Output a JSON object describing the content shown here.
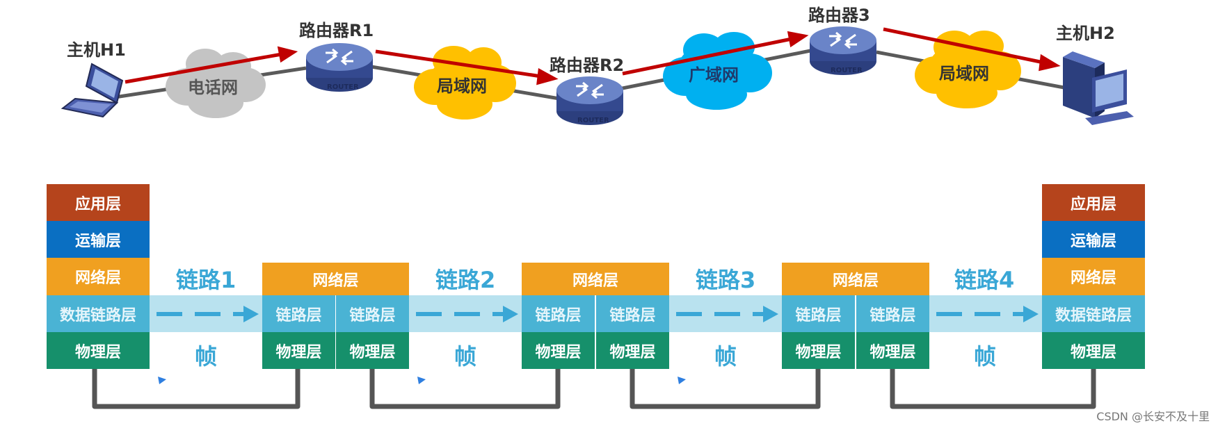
{
  "network": {
    "hosts": [
      {
        "label": "主机H1",
        "icon": "laptop-icon"
      },
      {
        "label": "主机H2",
        "icon": "desktop-computer-icon"
      }
    ],
    "routers": [
      {
        "label": "路由器R1",
        "badge": "ROUTER"
      },
      {
        "label": "路由器R2",
        "badge": "ROUTER"
      },
      {
        "label": "路由器3",
        "badge": "ROUTER"
      }
    ],
    "clouds": [
      {
        "label": "电话网",
        "color": "#c4c4c4"
      },
      {
        "label": "局域网",
        "color": "#ffc000"
      },
      {
        "label": "广域网",
        "color": "#00b0f0"
      },
      {
        "label": "局域网",
        "color": "#ffc000"
      }
    ],
    "path_color": "#c00000"
  },
  "stacks": {
    "end_host_layers": [
      "应用层",
      "运输层",
      "网络层",
      "数据链路层",
      "物理层"
    ],
    "router_layers": {
      "network": "网络层",
      "link": "链路层",
      "physical": "物理层"
    }
  },
  "links": [
    {
      "title": "链路1",
      "frame": "帧"
    },
    {
      "title": "链路2",
      "frame": "帧"
    },
    {
      "title": "链路3",
      "frame": "帧"
    },
    {
      "title": "链路4",
      "frame": "帧"
    }
  ],
  "layer_colors": {
    "application": "#b5441c",
    "transport": "#0a6fc2",
    "network": "#f0a020",
    "datalink": "#4ab3d4",
    "physical": "#16906b"
  },
  "credit": "CSDN @长安不及十里"
}
